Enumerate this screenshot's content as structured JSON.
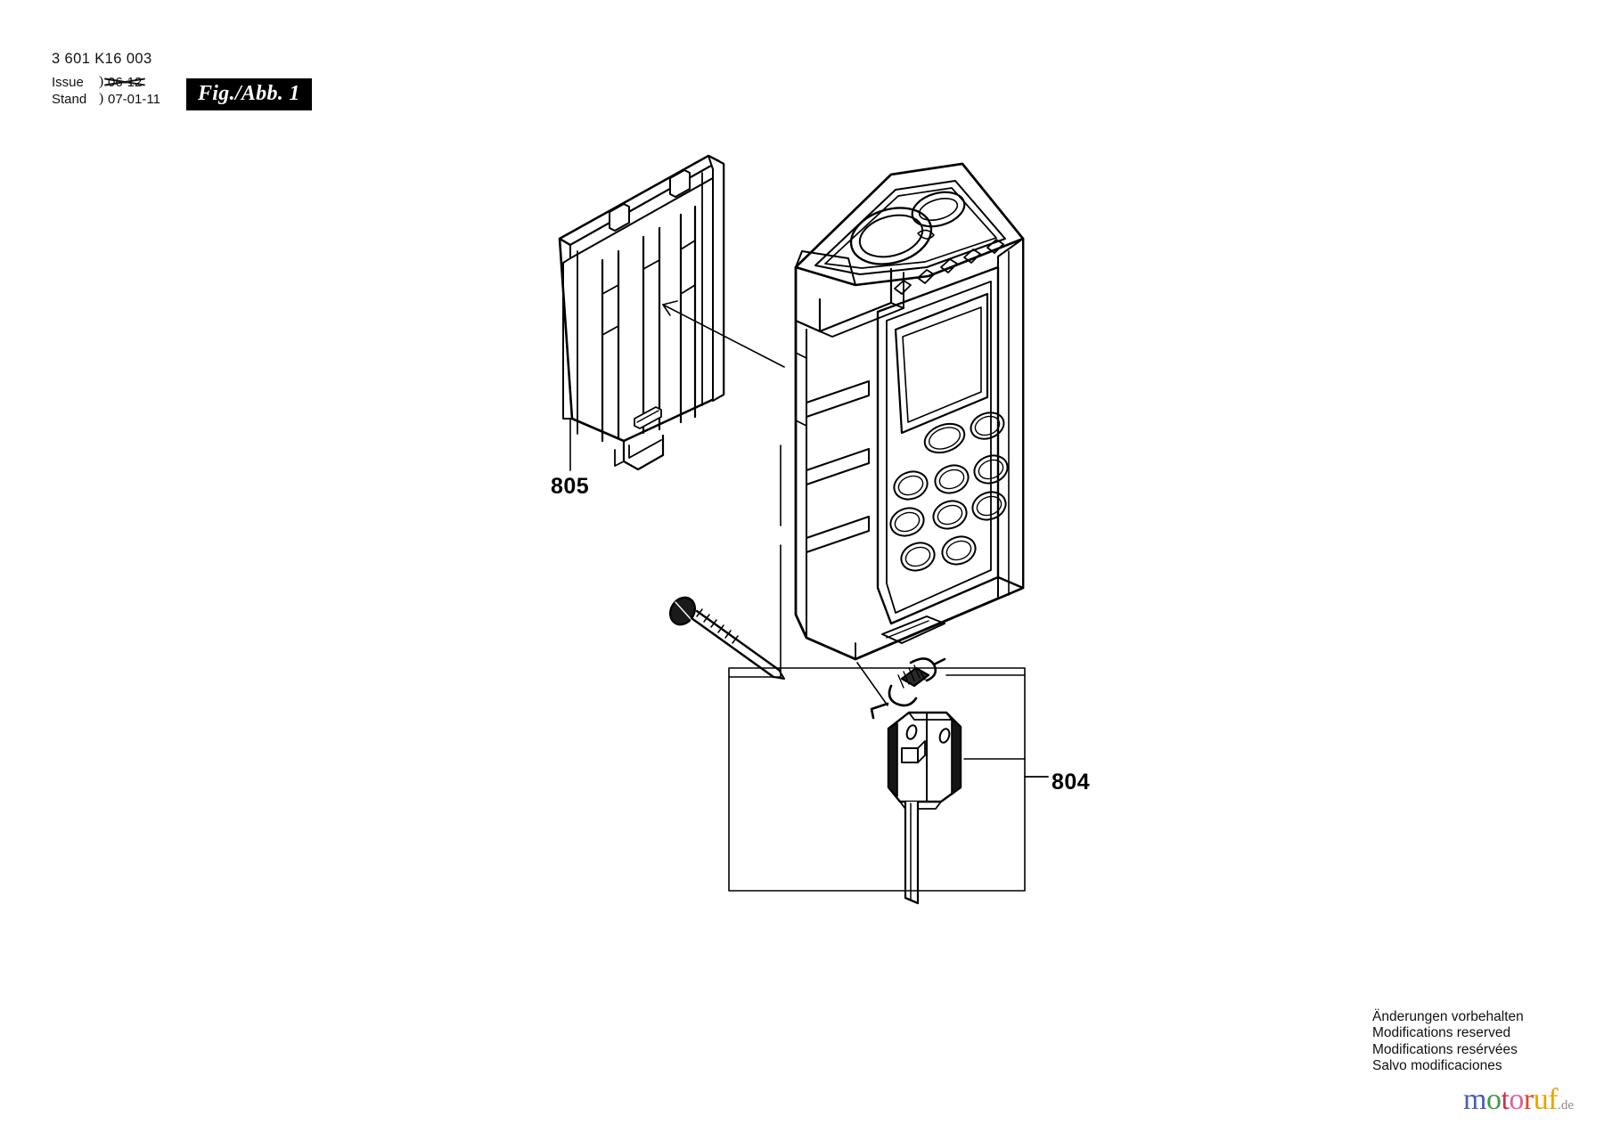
{
  "header": {
    "part_number": "3 601 K16 003",
    "issue_label": "Issue",
    "issue_value": "06-12",
    "stand_label": "Stand",
    "stand_value": "07-01-11",
    "brace": ")",
    "figure_badge": "Fig./Abb. 1"
  },
  "callouts": {
    "cover": "805",
    "assembly": "804"
  },
  "icons": {
    "battery_cover": "battery-cover-icon",
    "measuring_device": "laser-distance-measurer-icon",
    "screw": "screw-icon",
    "spring": "torsion-spring-icon",
    "end_piece": "end-piece-bracket-icon",
    "pin_rod": "pin-rod-icon",
    "group_bracket": "assembly-group-bracket-icon"
  },
  "footer": {
    "disclaimer_lines": [
      "Änderungen vorbehalten",
      "Modifications reserved",
      "Modifications resérvées",
      "Salvo modificaciones"
    ],
    "brand": {
      "letters": [
        {
          "ch": "m",
          "color": "#4a5fb5"
        },
        {
          "ch": "o",
          "color": "#3f9b46"
        },
        {
          "ch": "t",
          "color": "#cf2f4e"
        },
        {
          "ch": "o",
          "color": "#e0609a"
        },
        {
          "ch": "r",
          "color": "#e0452c"
        },
        {
          "ch": "u",
          "color": "#e8a400"
        },
        {
          "ch": "f",
          "color": "#e8a400"
        }
      ],
      "suffix": ".de",
      "suffix_color": "#8b8b8b"
    }
  },
  "colors": {
    "ink": "#000000",
    "badge_bg": "#000000",
    "badge_fg": "#ffffff",
    "paper": "#ffffff"
  }
}
